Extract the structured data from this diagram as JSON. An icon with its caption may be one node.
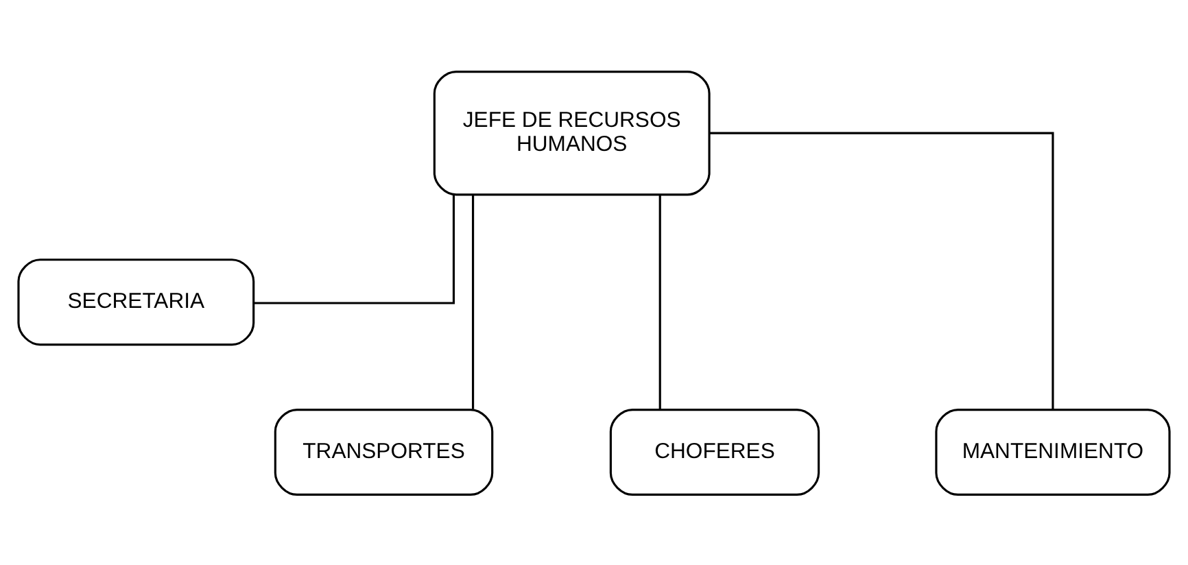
{
  "diagram": {
    "nodes": [
      {
        "text": [
          "JEFE DE RECURSOS HUMANOS"
        ]
      },
      {
        "text": [
          "SECRETARIA"
        ]
      },
      {
        "text": [
          "TRANSPORTES"
        ]
      },
      {
        "text": [
          "CHOFERES"
        ]
      },
      {
        "text": [
          "MANTENIMIENTO"
        ]
      }
    ],
    "edges": [
      {
        "from": 0,
        "to": 1,
        "arrow": "none"
      },
      {
        "from": 0,
        "to": 2,
        "arrow": "none"
      },
      {
        "from": 0,
        "to": 3,
        "arrow": "none"
      },
      {
        "from": 0,
        "to": 4,
        "arrow": "none"
      }
    ]
  }
}
